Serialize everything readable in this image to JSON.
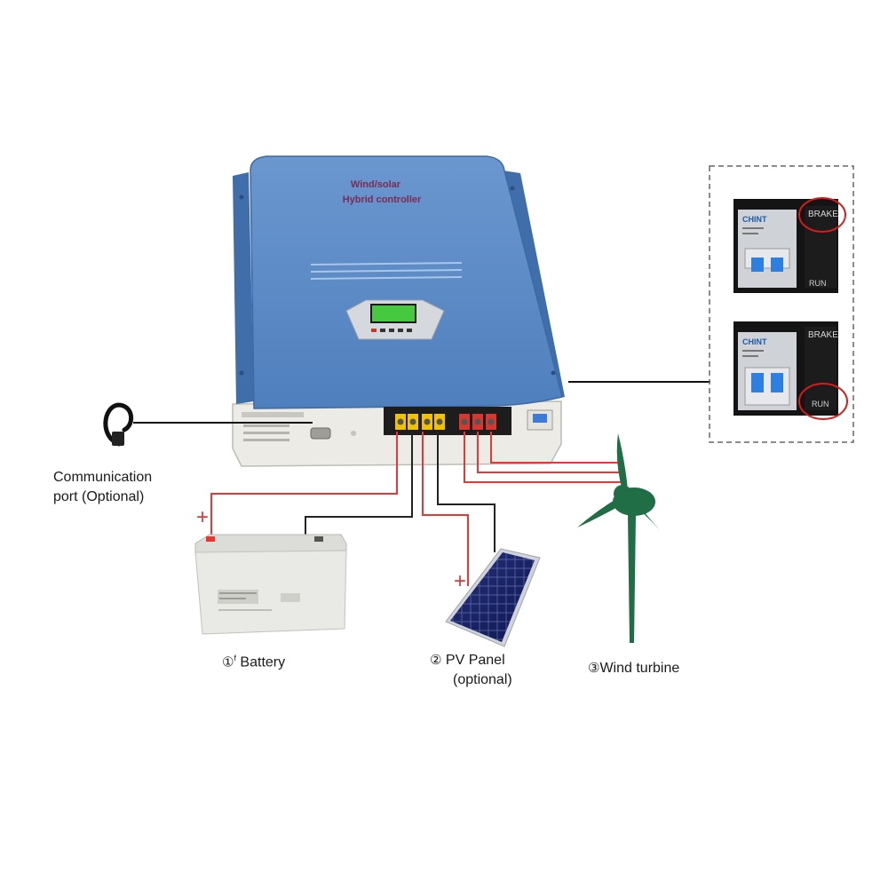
{
  "controller": {
    "title_line1": "Wind/solar",
    "title_line2": "Hybrid controller"
  },
  "switch_panel": {
    "top": {
      "brand": "CHINT",
      "brake_label": "BRAKE",
      "run_label": "RUN",
      "state": "BRAKE"
    },
    "bottom": {
      "brand": "CHINT",
      "brake_label": "BRAKE",
      "run_label": "RUN",
      "state": "RUN"
    }
  },
  "labels": {
    "communication_line1": "Communication",
    "communication_line2": "port (Optional)",
    "battery_num": "①",
    "battery_mark": "f",
    "battery_name": "Battery",
    "pv_num": "②",
    "pv_name": "PV Panel",
    "pv_sub": "(optional)",
    "wind_num": "③",
    "wind_name": "Wind turbine"
  },
  "polarity": {
    "positive": "+"
  },
  "colors": {
    "controller_blue": "#5b88c2",
    "positive_wire": "#e53935",
    "negative_wire": "#222222",
    "turbine_green": "#1f6e45",
    "highlight_circle": "#d81b1b"
  }
}
